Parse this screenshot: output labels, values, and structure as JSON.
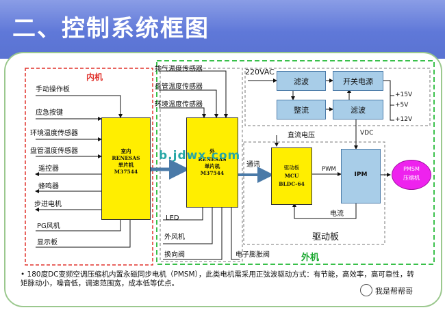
{
  "title": "二、控制系统框图",
  "indoor": {
    "title": "内机",
    "inputs": [
      "手动操作板",
      "应急按键",
      "环境温度传感器",
      "盘管温度传感器",
      "遥控器",
      "蜂鸣器",
      "步进电机",
      "PG风机",
      "显示板"
    ],
    "chip": [
      "室内",
      "RENESAS",
      "单片机",
      "M37544"
    ]
  },
  "outdoor": {
    "title": "外机",
    "sensors": [
      "排气温度传感器",
      "盘管温度传感器",
      "环境温度传感器"
    ],
    "chip": [
      "外",
      "RENESAS",
      "单片机",
      "M37544"
    ],
    "outputs": [
      "LED",
      "外风机",
      "换向阀",
      "电子膨胀阀"
    ]
  },
  "power": {
    "input": "220VAC",
    "filter1": "滤波",
    "switching": "开关电源",
    "rectifier": "整流",
    "filter2": "滤波",
    "voltages": [
      "+15V",
      "+5V",
      "+12V"
    ],
    "vdc": "VDC"
  },
  "drive": {
    "dc_voltage": "直流电压",
    "comm": "通讯",
    "chip": [
      "驱动板",
      "MCU",
      "BLDC-64"
    ],
    "pwm": "PWM",
    "ipm": "IPM",
    "current": "电流",
    "board_label": "驱动板",
    "motor": [
      "PMSM",
      "压缩机"
    ]
  },
  "watermark": "b.jdwx.com",
  "footer": {
    "bullet": "•",
    "text": "180度DC变频空调压缩机内置永磁同步电机（PMSM），此类电机需采用正弦波驱动方式：有节能，高效率，高可靠性，转矩脉动小，噪音低，调速范围宽，成本低等优点。"
  },
  "brand": "我是帮帮哥"
}
